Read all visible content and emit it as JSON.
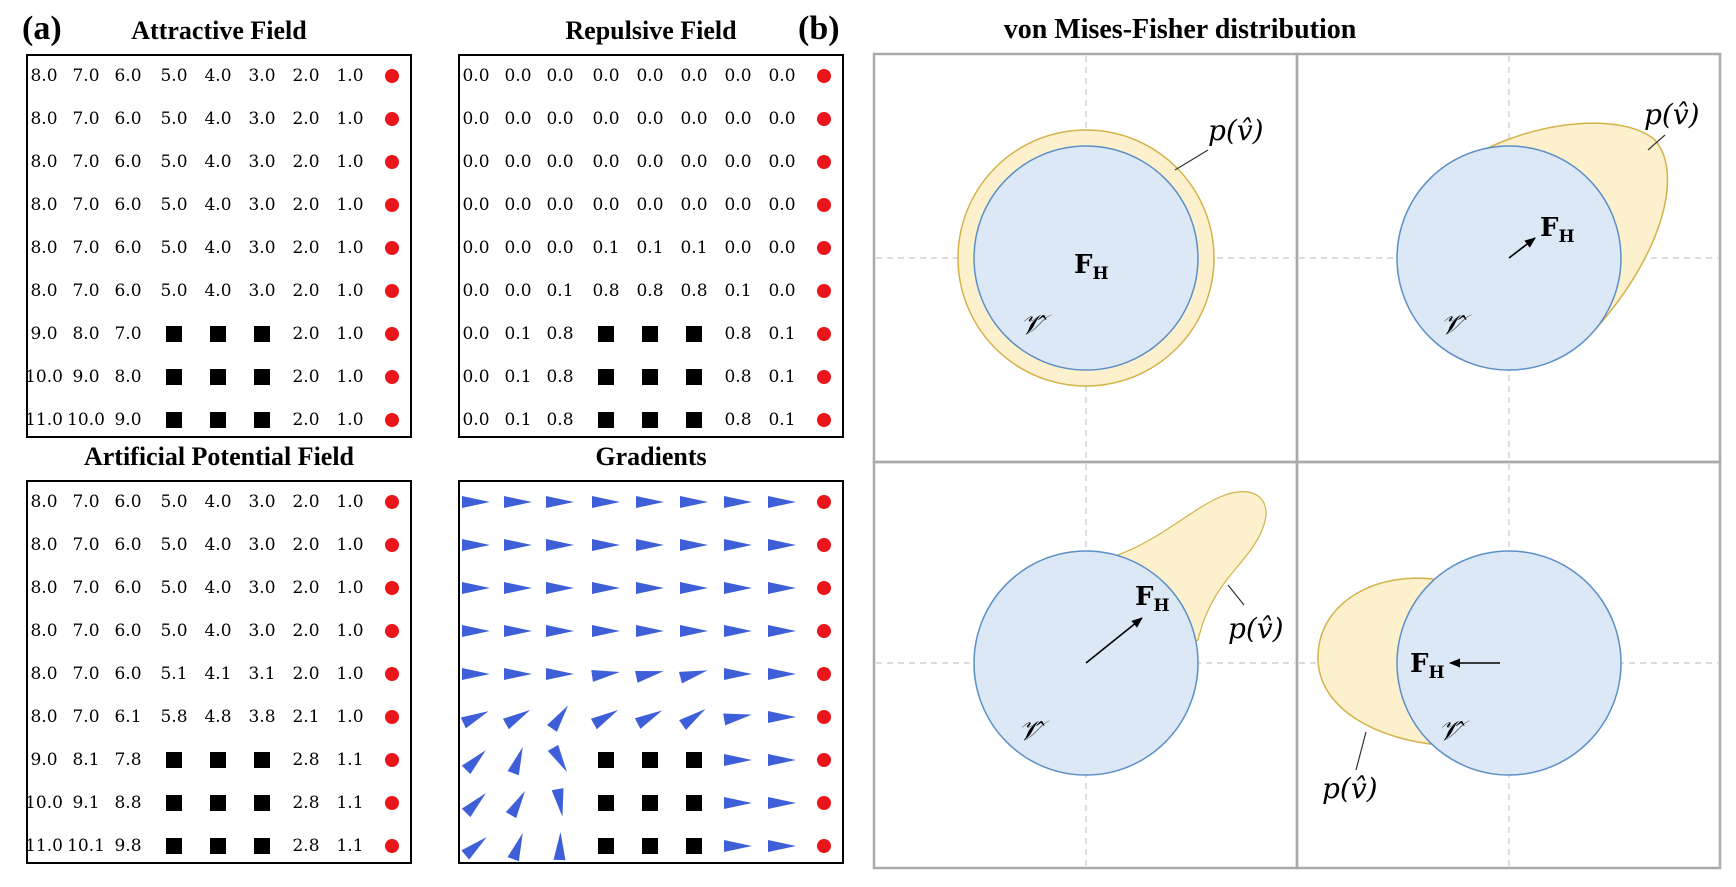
{
  "part_a": {
    "label": "(a)",
    "panels": [
      {
        "id": "attractive",
        "title": "Attractive Field",
        "type": "numbers",
        "rows": [
          [
            "8.0",
            "7.0",
            "6.0",
            "5.0",
            "4.0",
            "3.0",
            "2.0",
            "1.0",
            "goal"
          ],
          [
            "8.0",
            "7.0",
            "6.0",
            "5.0",
            "4.0",
            "3.0",
            "2.0",
            "1.0",
            "goal"
          ],
          [
            "8.0",
            "7.0",
            "6.0",
            "5.0",
            "4.0",
            "3.0",
            "2.0",
            "1.0",
            "goal"
          ],
          [
            "8.0",
            "7.0",
            "6.0",
            "5.0",
            "4.0",
            "3.0",
            "2.0",
            "1.0",
            "goal"
          ],
          [
            "8.0",
            "7.0",
            "6.0",
            "5.0",
            "4.0",
            "3.0",
            "2.0",
            "1.0",
            "goal"
          ],
          [
            "8.0",
            "7.0",
            "6.0",
            "5.0",
            "4.0",
            "3.0",
            "2.0",
            "1.0",
            "goal"
          ],
          [
            "9.0",
            "8.0",
            "7.0",
            "obstacle",
            "obstacle",
            "obstacle",
            "2.0",
            "1.0",
            "goal"
          ],
          [
            "10.0",
            "9.0",
            "8.0",
            "obstacle",
            "obstacle",
            "obstacle",
            "2.0",
            "1.0",
            "goal"
          ],
          [
            "11.0",
            "10.0",
            "9.0",
            "obstacle",
            "obstacle",
            "obstacle",
            "2.0",
            "1.0",
            "goal"
          ]
        ]
      },
      {
        "id": "repulsive",
        "title": "Repulsive Field",
        "type": "numbers",
        "rows": [
          [
            "0.0",
            "0.0",
            "0.0",
            "0.0",
            "0.0",
            "0.0",
            "0.0",
            "0.0",
            "goal"
          ],
          [
            "0.0",
            "0.0",
            "0.0",
            "0.0",
            "0.0",
            "0.0",
            "0.0",
            "0.0",
            "goal"
          ],
          [
            "0.0",
            "0.0",
            "0.0",
            "0.0",
            "0.0",
            "0.0",
            "0.0",
            "0.0",
            "goal"
          ],
          [
            "0.0",
            "0.0",
            "0.0",
            "0.0",
            "0.0",
            "0.0",
            "0.0",
            "0.0",
            "goal"
          ],
          [
            "0.0",
            "0.0",
            "0.0",
            "0.1",
            "0.1",
            "0.1",
            "0.0",
            "0.0",
            "goal"
          ],
          [
            "0.0",
            "0.0",
            "0.1",
            "0.8",
            "0.8",
            "0.8",
            "0.1",
            "0.0",
            "goal"
          ],
          [
            "0.0",
            "0.1",
            "0.8",
            "obstacle",
            "obstacle",
            "obstacle",
            "0.8",
            "0.1",
            "goal"
          ],
          [
            "0.0",
            "0.1",
            "0.8",
            "obstacle",
            "obstacle",
            "obstacle",
            "0.8",
            "0.1",
            "goal"
          ],
          [
            "0.0",
            "0.1",
            "0.8",
            "obstacle",
            "obstacle",
            "obstacle",
            "0.8",
            "0.1",
            "goal"
          ]
        ]
      },
      {
        "id": "apf",
        "title": "Artificial Potential Field",
        "type": "numbers",
        "rows": [
          [
            "8.0",
            "7.0",
            "6.0",
            "5.0",
            "4.0",
            "3.0",
            "2.0",
            "1.0",
            "goal"
          ],
          [
            "8.0",
            "7.0",
            "6.0",
            "5.0",
            "4.0",
            "3.0",
            "2.0",
            "1.0",
            "goal"
          ],
          [
            "8.0",
            "7.0",
            "6.0",
            "5.0",
            "4.0",
            "3.0",
            "2.0",
            "1.0",
            "goal"
          ],
          [
            "8.0",
            "7.0",
            "6.0",
            "5.0",
            "4.0",
            "3.0",
            "2.0",
            "1.0",
            "goal"
          ],
          [
            "8.0",
            "7.0",
            "6.0",
            "5.1",
            "4.1",
            "3.1",
            "2.0",
            "1.0",
            "goal"
          ],
          [
            "8.0",
            "7.0",
            "6.1",
            "5.8",
            "4.8",
            "3.8",
            "2.1",
            "1.0",
            "goal"
          ],
          [
            "9.0",
            "8.1",
            "7.8",
            "obstacle",
            "obstacle",
            "obstacle",
            "2.8",
            "1.1",
            "goal"
          ],
          [
            "10.0",
            "9.1",
            "8.8",
            "obstacle",
            "obstacle",
            "obstacle",
            "2.8",
            "1.1",
            "goal"
          ],
          [
            "11.0",
            "10.1",
            "9.8",
            "obstacle",
            "obstacle",
            "obstacle",
            "2.8",
            "1.1",
            "goal"
          ]
        ]
      },
      {
        "id": "gradients",
        "title": "Gradients",
        "type": "arrows",
        "arrow_color": "#3f5fd9",
        "angles_deg": [
          [
            0,
            0,
            0,
            0,
            0,
            0,
            0,
            0,
            "goal"
          ],
          [
            0,
            0,
            0,
            0,
            0,
            0,
            0,
            0,
            "goal"
          ],
          [
            0,
            0,
            0,
            0,
            0,
            0,
            0,
            0,
            "goal"
          ],
          [
            0,
            0,
            0,
            0,
            0,
            0,
            0,
            0,
            "goal"
          ],
          [
            0,
            0,
            0,
            -8,
            -12,
            -15,
            0,
            0,
            "goal"
          ],
          [
            -25,
            -30,
            -55,
            -30,
            -28,
            -35,
            -10,
            0,
            "goal"
          ],
          [
            -45,
            -70,
            60,
            "obstacle",
            "obstacle",
            "obstacle",
            0,
            0,
            "goal"
          ],
          [
            -45,
            -60,
            80,
            "obstacle",
            "obstacle",
            "obstacle",
            0,
            0,
            "goal"
          ],
          [
            -40,
            -70,
            -88,
            "obstacle",
            "obstacle",
            "obstacle",
            0,
            0,
            "goal"
          ]
        ]
      }
    ]
  },
  "part_b": {
    "label": "(b)",
    "title": "von Mises-Fisher distribution",
    "colors": {
      "circle_fill": "#dce8f5",
      "circle_stroke": "#5b8fc7",
      "dist_fill": "#fdf0cc",
      "dist_stroke": "#d4b24a",
      "frame": "#aaaaaa",
      "axis": "#c8c8c8"
    },
    "force_label": "F",
    "force_sub": "H",
    "dist_label": "p(v̂)",
    "sphere_label": "𝒱̂"
  }
}
